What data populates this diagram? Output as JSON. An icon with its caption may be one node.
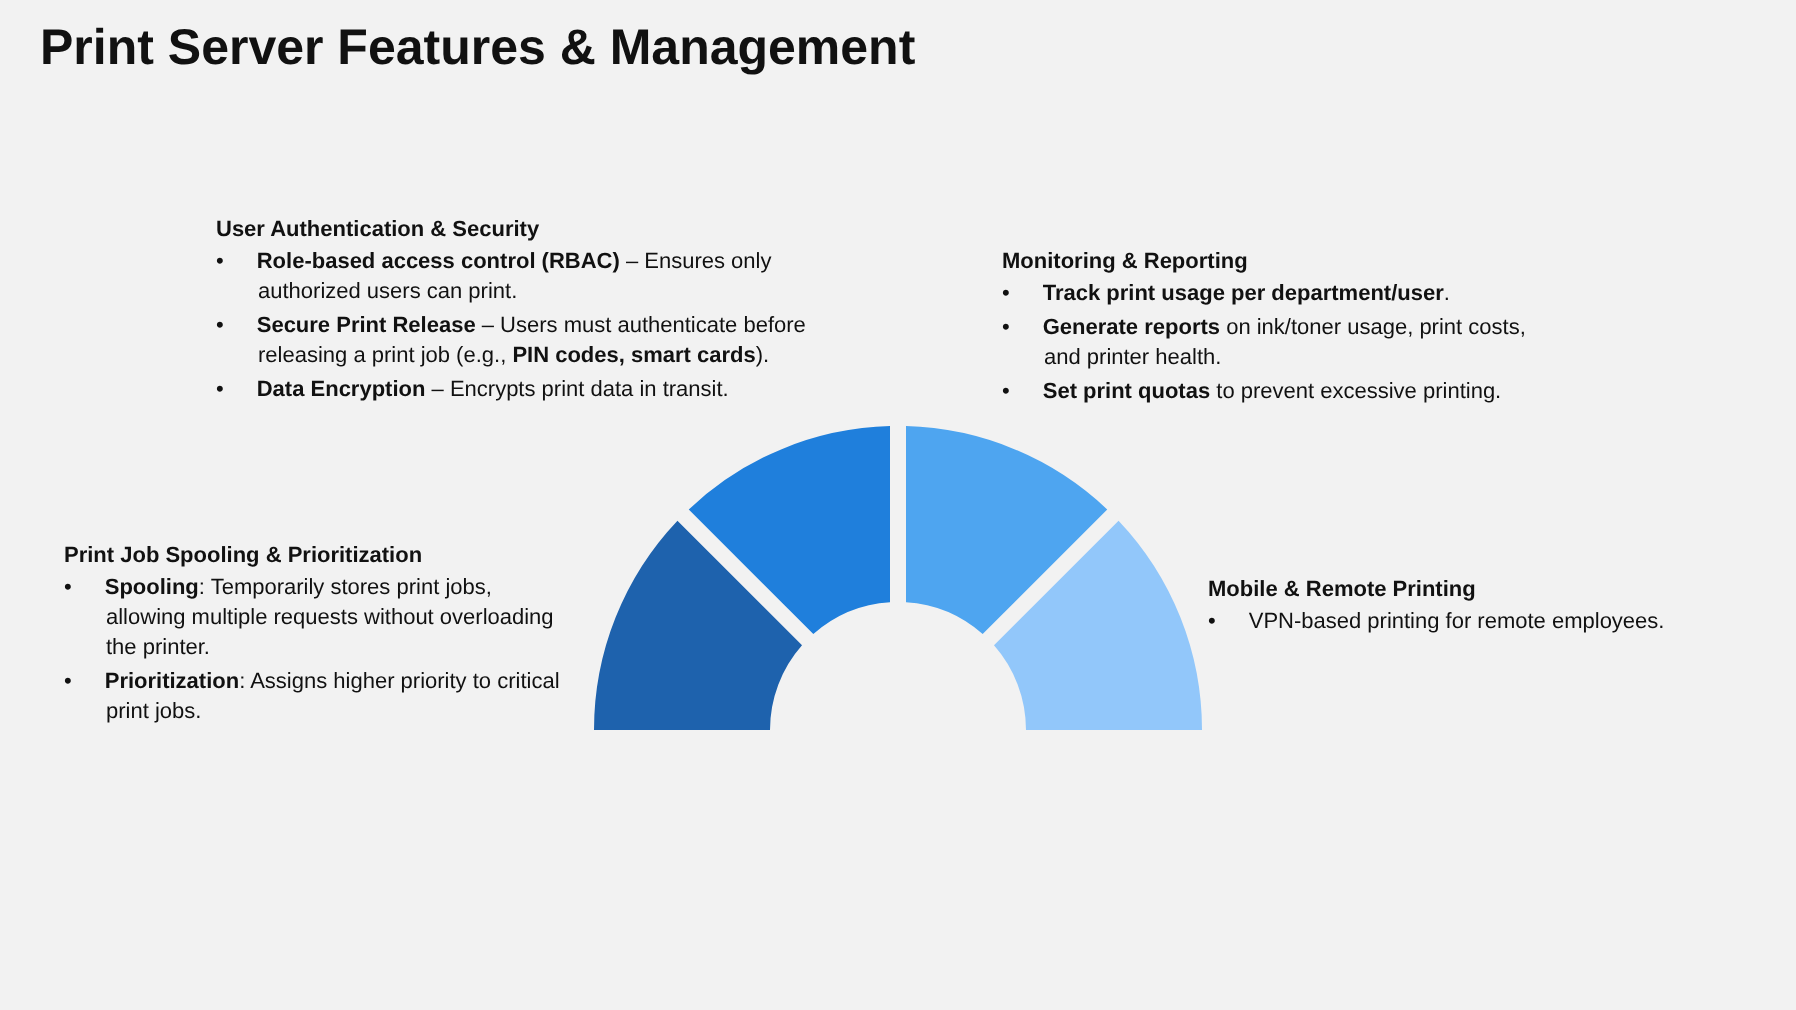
{
  "diagram": {
    "title": "Print Server Features & Management",
    "labels": [
      "User Authentication & Security",
      "• **Role-based access control (RBAC)** – Ensures only authorized users can print.",
      "• **Secure Print Release** – Users must authenticate before releasing a print job (e.g., **PIN codes, smart cards**).",
      "• **Data Encryption** – Encrypts print data in transit.",
      "Monitoring & Reporting",
      "• **Track print usage per department/user**.",
      "• **Generate reports** on ink/toner usage, print costs, and printer health.",
      "• **Set print quotas** to prevent excessive printing.",
      "Print Job Spooling & Prioritization",
      "• **Spooling**: Temporarily stores print jobs, allowing multiple requests without overloading the printer.",
      "• **Prioritization**: Assigns higher priority to critical print jobs.",
      "Mobile & Remote Printing",
      "• VPN-based printing for remote employees."
    ]
  }
}
